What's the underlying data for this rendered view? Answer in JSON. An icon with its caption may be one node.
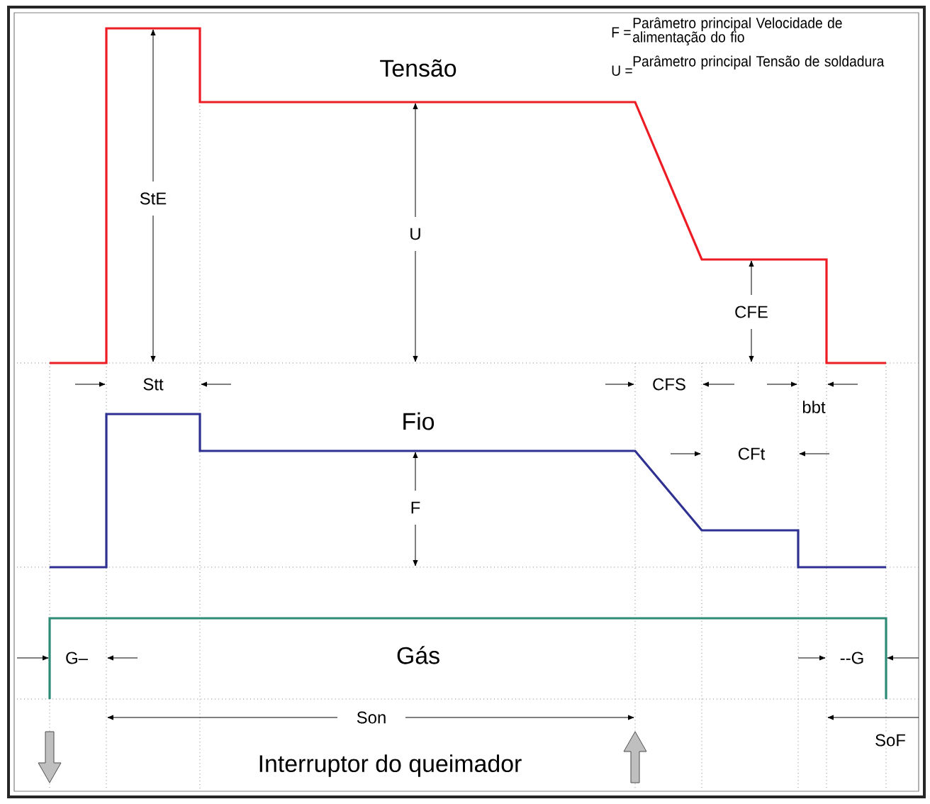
{
  "diagram": {
    "labels": [
      "Tensão",
      "F =",
      "Parâmetro principal Velocidade de alimentação do fio",
      "U =",
      "Parâmetro principal Tensão de soldadura",
      "StE",
      "U",
      "CFE",
      "Stt",
      "CFS",
      "bbt",
      "Fio",
      "CFt",
      "F",
      "G–",
      "Gás",
      "--G",
      "Son",
      "SoF",
      "Interruptor do queimador"
    ]
  }
}
